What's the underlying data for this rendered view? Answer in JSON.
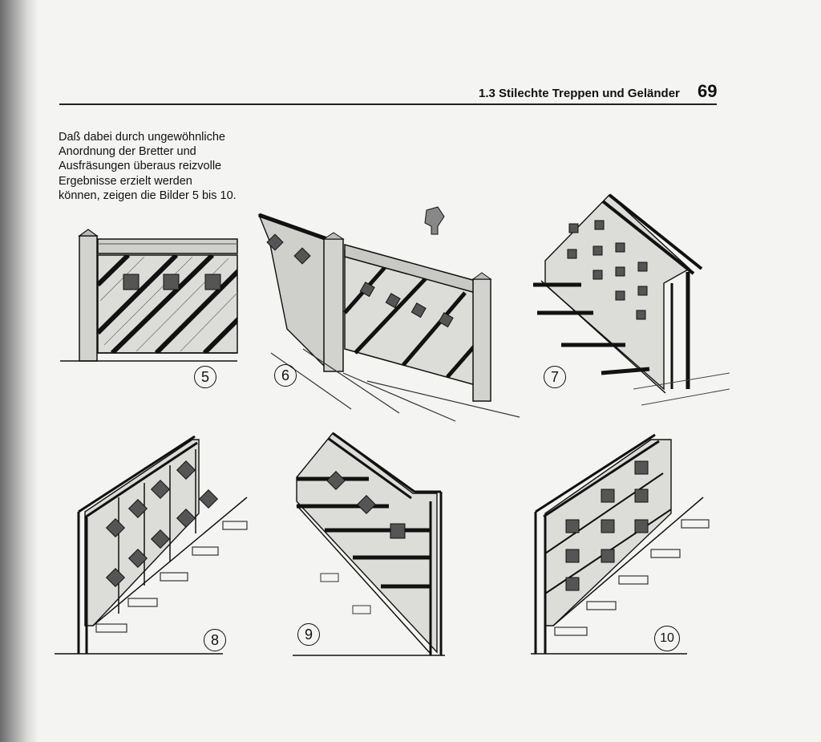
{
  "header": {
    "section_title": "1.3 Stilechte Treppen und Geländer",
    "page_number": "69"
  },
  "intro_lines": [
    "Daß dabei durch ungewöhnliche",
    "Anordnung der Bretter und",
    "Ausfräsungen überaus reizvolle",
    "Ergebnisse erzielt werden",
    "können, zeigen die Bilder 5 bis 10."
  ],
  "figures": [
    {
      "number": "5"
    },
    {
      "number": "6"
    },
    {
      "number": "7"
    },
    {
      "number": "8"
    },
    {
      "number": "9"
    },
    {
      "number": "10"
    }
  ],
  "colors": {
    "paper": "#f4f4f2",
    "ink": "#111111",
    "wood_shade": "#c8c8c4",
    "cutout": "#555555"
  }
}
